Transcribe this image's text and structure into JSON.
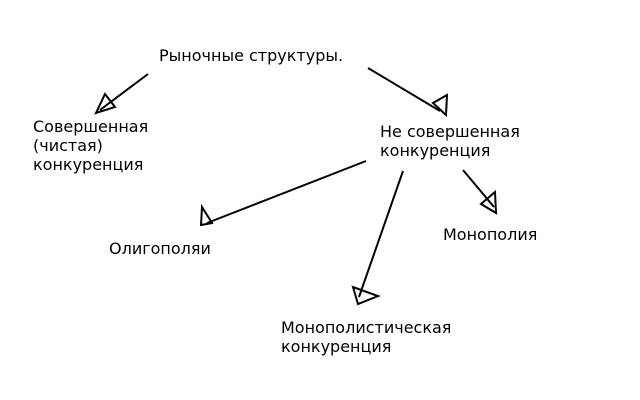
{
  "diagram": {
    "root": {
      "label": "Рыночные структуры."
    },
    "perfect": {
      "lines": [
        "Совершенная",
        "(чистая)",
        "конкуренция"
      ]
    },
    "imperfect": {
      "lines": [
        "Не совершенная",
        "конкуренция"
      ]
    },
    "oligopoly": {
      "label": "Олигополяи"
    },
    "monopoly": {
      "label": "Монополия"
    },
    "monopolistic": {
      "lines": [
        "Монополистическая",
        "конкуренция"
      ]
    }
  },
  "colors": {
    "stroke": "#000000",
    "text": "#000000",
    "background": "#ffffff"
  }
}
